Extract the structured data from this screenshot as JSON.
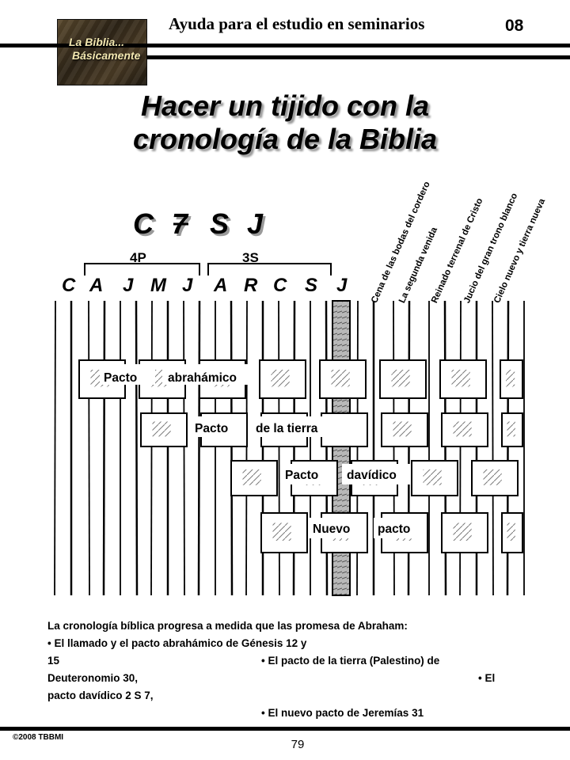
{
  "header": {
    "logo_line1": "La Biblia...",
    "logo_line2": "Básicamente",
    "title": "Ayuda para el estudio en seminarios",
    "number": "08"
  },
  "main_title": {
    "line1": "Hacer un tijido con la",
    "line2": "cronología de la Biblia"
  },
  "illustration": {
    "big_letters": [
      "C",
      "7",
      "S",
      "J"
    ],
    "group_4p": "4P",
    "group_3s": "3S",
    "small_letters": [
      "C",
      "A",
      "J",
      "M",
      "J",
      "A",
      "R",
      "C",
      "S",
      "J"
    ],
    "rotated_labels": [
      "Cena de las bodas del cordero",
      "La segunda venida",
      "Reinado terrenal de Cristo",
      "Jucio del gran trono blanco",
      "Cielo nuevo y tierra nueva"
    ],
    "pacts": [
      {
        "word1": "Pacto",
        "word2": "abrahámico"
      },
      {
        "word1": "Pacto",
        "word2": "de la tierra"
      },
      {
        "word1": "Pacto",
        "word2": "davídico"
      },
      {
        "word1": "Nuevo",
        "word2": "pacto"
      }
    ]
  },
  "body": {
    "intro": "La cronología bíblica progresa a medida que las promesa de Abraham:",
    "bullet1": "El llamado y el pacto abrahámico de Génesis 12 y",
    "line2_left": "15",
    "bullet2": "El pacto de la tierra  (Palestino) de",
    "line3_left": "Deuteronomio 30,",
    "bullet3": "El",
    "line4_left": "pacto davídico  2 S 7,",
    "bullet4": "El nuevo pacto de Jeremías 31",
    "bullet_symbol": "•"
  },
  "footer": {
    "copyright": "©2008 TBBMI",
    "page": "79"
  }
}
